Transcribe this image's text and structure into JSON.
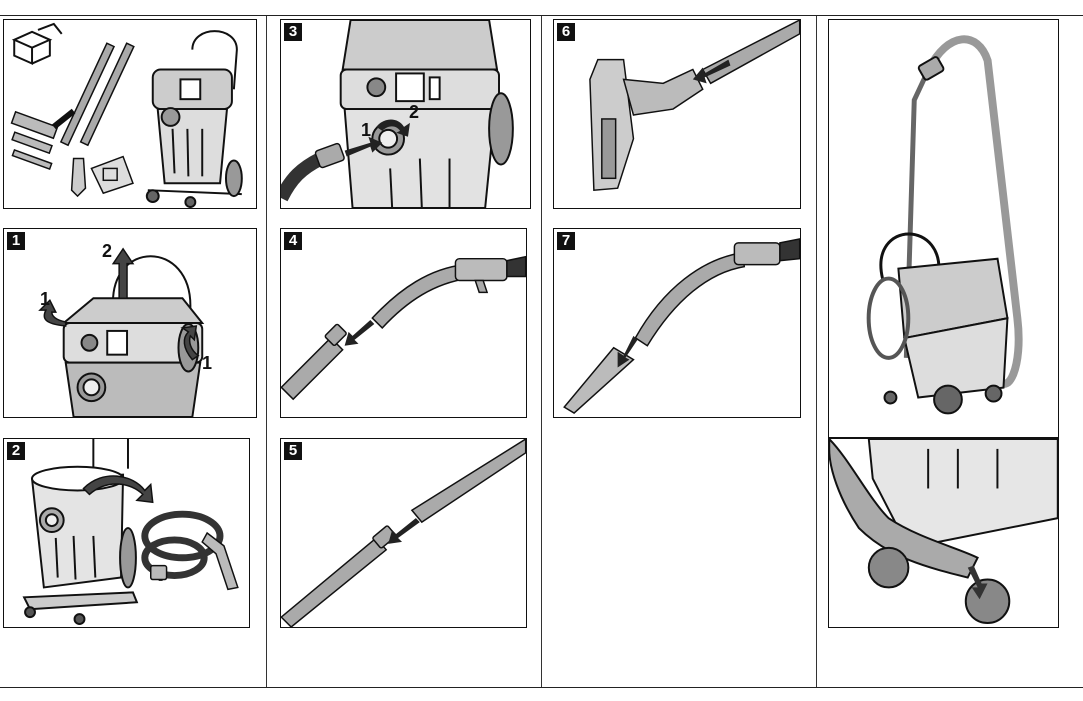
{
  "steps": {
    "s1": "1",
    "s2": "2",
    "s3": "3",
    "s4": "4",
    "s5": "5",
    "s6": "6",
    "s7": "7"
  },
  "callouts": {
    "p1_a": "2",
    "p1_b": "1",
    "p1_c": "1",
    "p3_a": "1",
    "p3_b": "2"
  }
}
